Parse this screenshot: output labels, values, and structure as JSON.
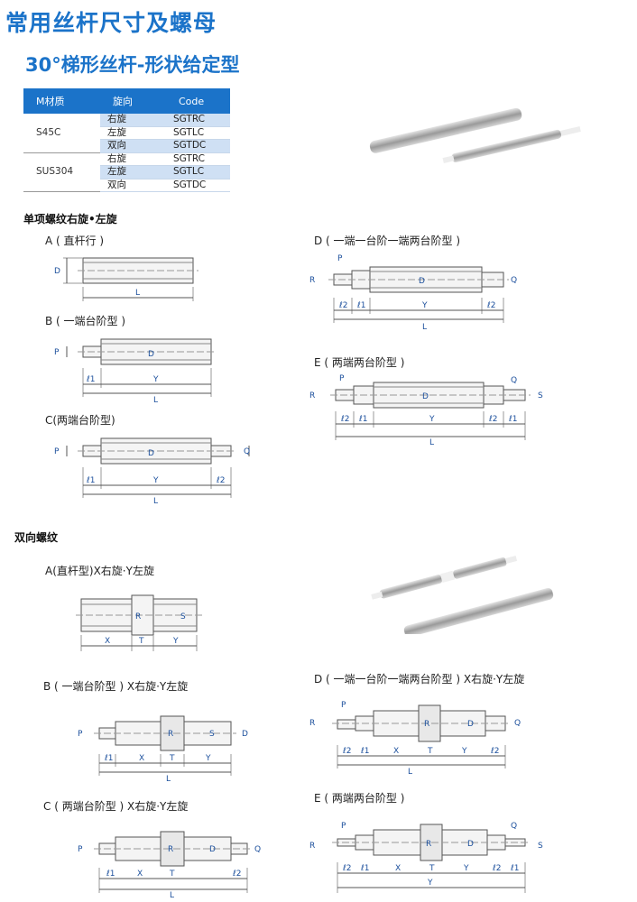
{
  "header": {
    "title": "常用丝杆尺寸及螺母",
    "subtitle": "30°梯形丝杆-形状给定型"
  },
  "spec_table": {
    "columns": [
      "M材质",
      "旋向",
      "Code"
    ],
    "groups": [
      {
        "material": "S45C",
        "rows": [
          {
            "direction": "右旋",
            "code": "SGTRC"
          },
          {
            "direction": "左旋",
            "code": "SGTLC"
          },
          {
            "direction": "双向",
            "code": "SGTDC"
          }
        ]
      },
      {
        "material": "SUS304",
        "rows": [
          {
            "direction": "右旋",
            "code": "SGTRC"
          },
          {
            "direction": "左旋",
            "code": "SGTLC"
          },
          {
            "direction": "双向",
            "code": "SGTDC"
          }
        ]
      }
    ]
  },
  "section_single": {
    "title": "单项螺纹右旋•左旋",
    "a": "A ( 直杆行 )",
    "b": "B ( 一端台阶型 )",
    "c": "C(两端台阶型)",
    "d": "D ( 一端一台阶一端两台阶型 )",
    "e": "E ( 两端两台阶型 )"
  },
  "section_double": {
    "title": "双向螺纹",
    "a": "A(直杆型)X右旋·Y左旋",
    "b": "B ( 一端台阶型 ) X右旋·Y左旋",
    "c": "C ( 两端台阶型 ) X右旋·Y左旋",
    "d": "D ( 一端一台阶一端两台阶型 ) X右旋·Y左旋",
    "e": "E ( 两端两台阶型 )"
  },
  "dims": {
    "D": "D",
    "L": "L",
    "Y": "Y",
    "X": "X",
    "T": "T",
    "P": "P",
    "Q": "Q",
    "R": "R",
    "S": "S",
    "l1": "ℓ1",
    "l2": "ℓ2"
  }
}
